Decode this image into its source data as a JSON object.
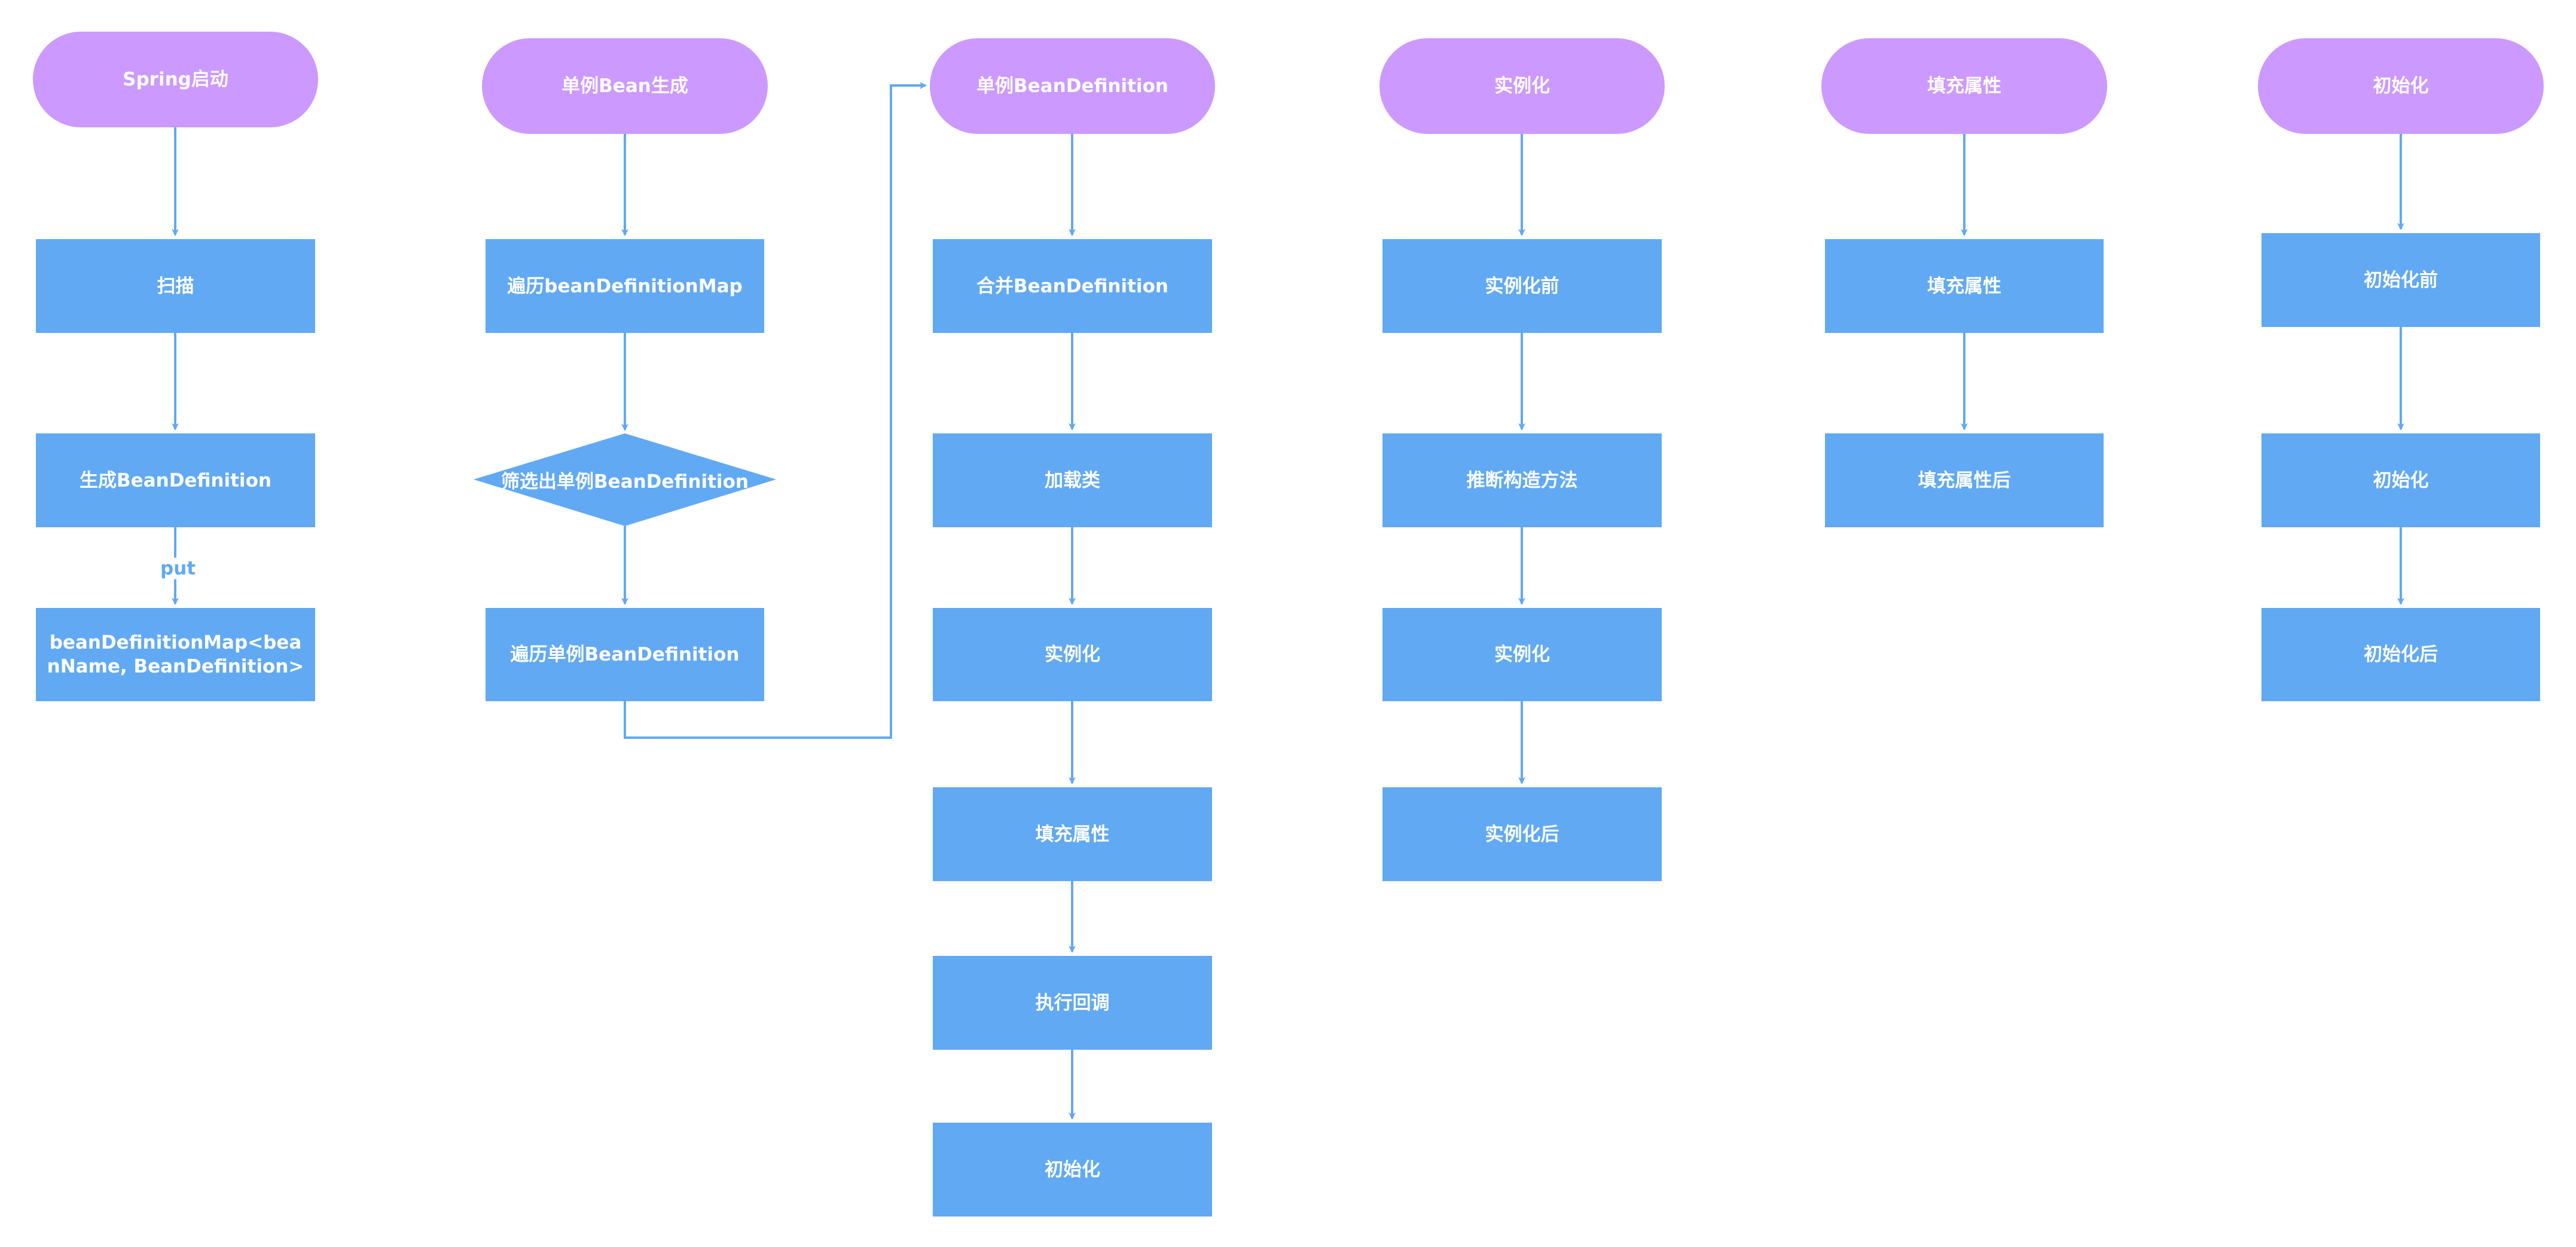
{
  "columns": [
    {
      "title": "Spring启动",
      "steps": [
        "扫描",
        "生成BeanDefinition",
        "beanDefinitionMap<beanName, BeanDefinition>"
      ],
      "edge_label": "put"
    },
    {
      "title": "单例Bean生成",
      "steps": [
        "遍历beanDefinitionMap",
        "筛选出单例BeanDefinition",
        "遍历单例BeanDefinition"
      ]
    },
    {
      "title": "单例BeanDefinition",
      "steps": [
        "合并BeanDefinition",
        "加载类",
        "实例化",
        "填充属性",
        "执行回调",
        "初始化"
      ]
    },
    {
      "title": "实例化",
      "steps": [
        "实例化前",
        "推断构造方法",
        "实例化",
        "实例化后"
      ]
    },
    {
      "title": "填充属性",
      "steps": [
        "填充属性",
        "填充属性后"
      ]
    },
    {
      "title": "初始化",
      "steps": [
        "初始化前",
        "初始化",
        "初始化后"
      ]
    }
  ],
  "colors": {
    "terminal": "#cc99ff",
    "process": "#61a9f3",
    "edge": "#61a9f3"
  }
}
